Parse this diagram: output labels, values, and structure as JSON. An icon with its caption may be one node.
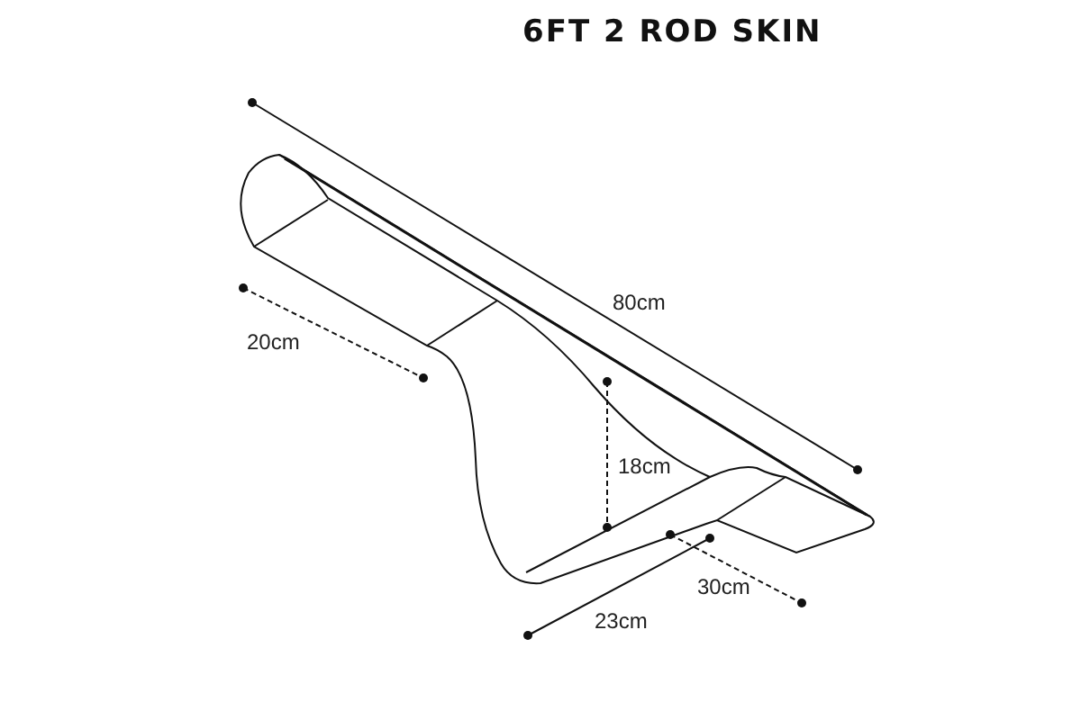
{
  "diagram": {
    "title": "6FT 2 ROD SKIN",
    "labels": [
      "80cm",
      "20cm",
      "18cm",
      "30cm",
      "23cm"
    ]
  }
}
